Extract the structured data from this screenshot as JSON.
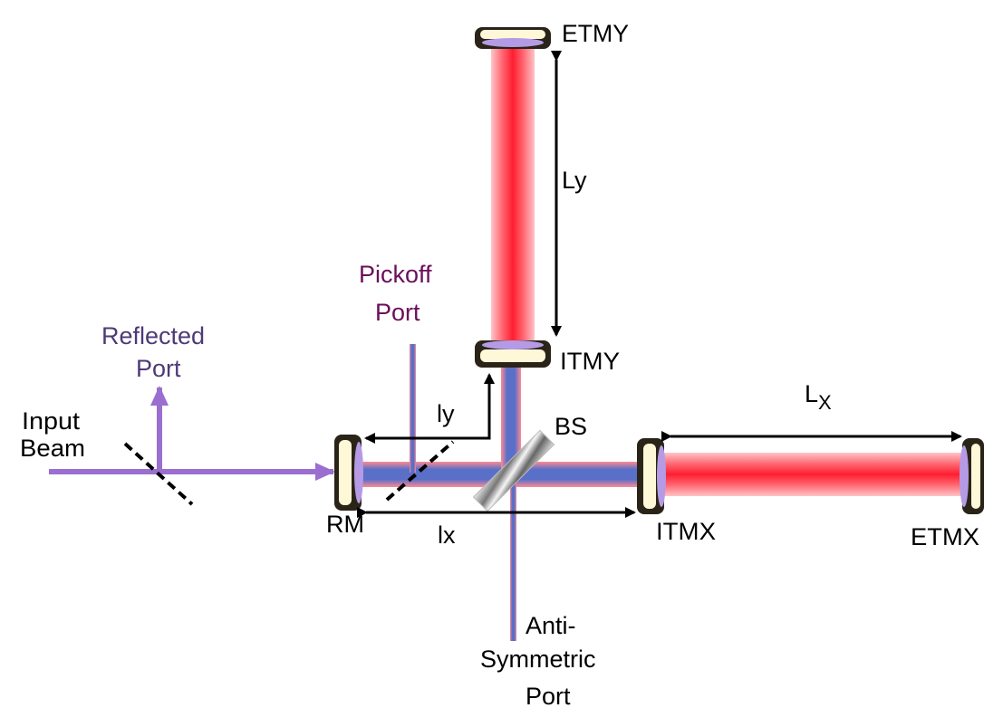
{
  "labels": {
    "etmy": "ETMY",
    "itmy": "ITMY",
    "itmx": "ITMX",
    "etmx": "ETMX",
    "bs": "BS",
    "rm": "RM",
    "ly_big": "Ly",
    "lx_big_main": "L",
    "lx_big_sub": "X",
    "ly_small": "ly",
    "lx_small": "lx",
    "input_line1": "Input",
    "input_line2": "Beam",
    "reflected_line1": "Reflected",
    "reflected_line2": "Port",
    "pickoff_line1": "Pickoff",
    "pickoff_line2": "Port",
    "antisym_line1": "Anti-",
    "antisym_line2": "Symmetric",
    "antisym_line3": "Port"
  },
  "colors": {
    "cavity_red": "#ff2a3a",
    "cavity_red_light": "#ffb3b8",
    "beam_blue": "#5a6fc8",
    "beam_purple": "#9b6fd0",
    "mirror_dark": "#2a2418",
    "mirror_cream": "#fff8d8",
    "mirror_lens": "#b59be6",
    "reflected_text": "#4e3a78",
    "pickoff_text": "#6a0f5a"
  }
}
